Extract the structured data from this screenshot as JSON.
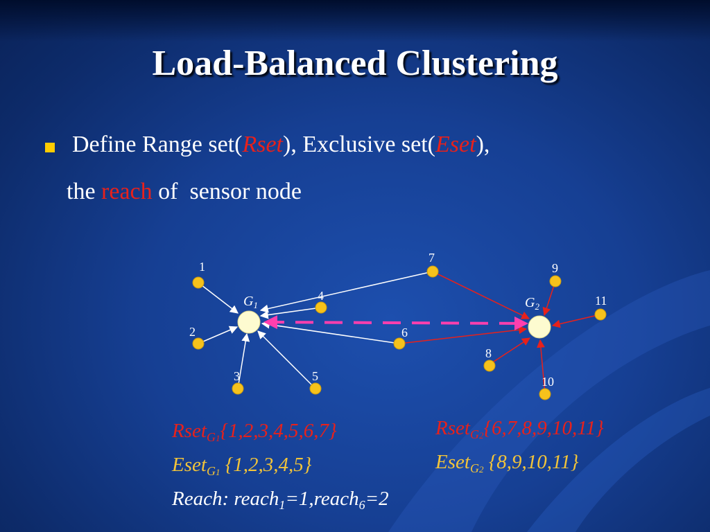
{
  "slide": {
    "title": "Load-Balanced Clustering",
    "bullet": {
      "part1": "Define Range set(",
      "rset": "Rset",
      "part2": "), Exclusive set(",
      "eset": "Eset",
      "part3": "),",
      "line2_pre": "the ",
      "reach": "reach",
      "line2_post": " of  sensor node"
    }
  },
  "diagram": {
    "clusters": [
      {
        "id": "G1",
        "base": "G",
        "sub": "1"
      },
      {
        "id": "G2",
        "base": "G",
        "sub": "2"
      }
    ],
    "nodes": [
      {
        "id": "1",
        "label": "1"
      },
      {
        "id": "2",
        "label": "2"
      },
      {
        "id": "3",
        "label": "3"
      },
      {
        "id": "4",
        "label": "4"
      },
      {
        "id": "5",
        "label": "5"
      },
      {
        "id": "6",
        "label": "6"
      },
      {
        "id": "7",
        "label": "7"
      },
      {
        "id": "8",
        "label": "8"
      },
      {
        "id": "9",
        "label": "9"
      },
      {
        "id": "10",
        "label": "10"
      },
      {
        "id": "11",
        "label": "11"
      }
    ],
    "edges_to_G1": [
      "1",
      "2",
      "3",
      "4",
      "5",
      "6",
      "7"
    ],
    "edges_to_G2": [
      "6",
      "7",
      "8",
      "9",
      "10",
      "11"
    ],
    "colors": {
      "node_fill": "#f6c21c",
      "cluster_fill": "#fdfbd0",
      "edge_G1": "#ffffff",
      "edge_G2": "#e8211b",
      "dashed_link": "#ff3fae"
    }
  },
  "sets": {
    "rset_g1": {
      "prefix": "Rset",
      "sub_base": "G",
      "sub_index": "1",
      "values": "{1,2,3,4,5,6,7}"
    },
    "eset_g1": {
      "prefix": "Eset",
      "sub_base": "G",
      "sub_index": "1",
      "values": " {1,2,3,4,5}"
    },
    "reach": {
      "prefix": "Reach: reach",
      "sub1": "1",
      "mid": "=1,reach",
      "sub2": "6",
      "suffix": "=2"
    },
    "rset_g2": {
      "prefix": "Rset",
      "sub_base": "G",
      "sub_index": "2",
      "values": "{6,7,8,9,10,11}"
    },
    "eset_g2": {
      "prefix": "Eset",
      "sub_base": "G",
      "sub_index": "2",
      "values": " {8,9,10,11}"
    }
  }
}
